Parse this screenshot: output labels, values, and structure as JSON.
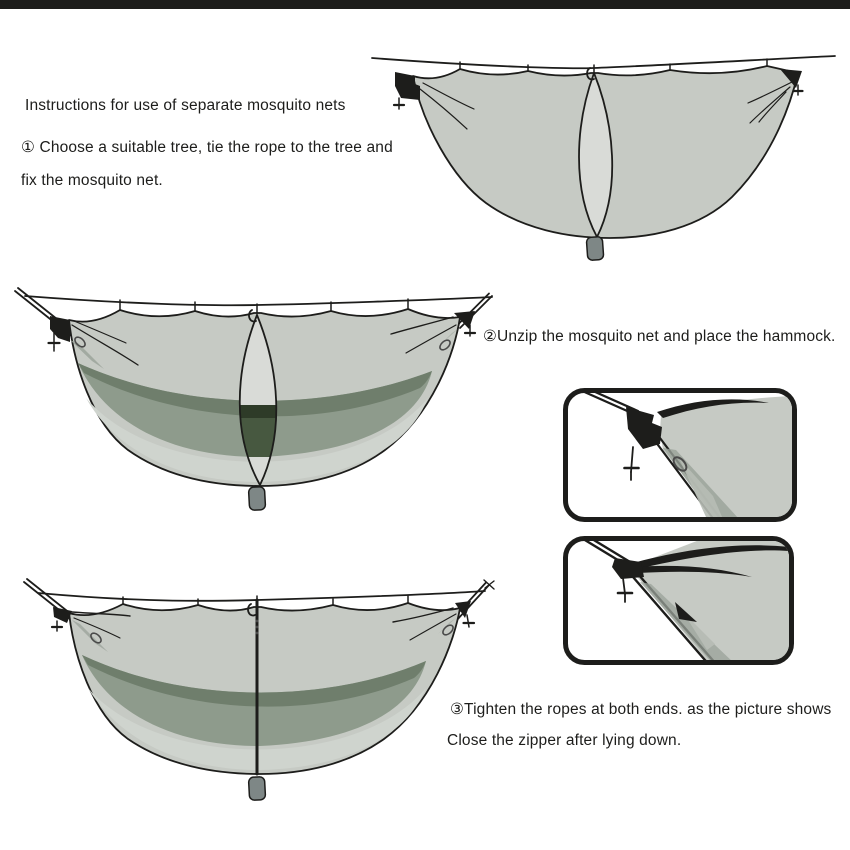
{
  "title": "Instructions for use of separate mosquito nets",
  "steps": [
    {
      "number": "①",
      "lines": [
        "① Choose a suitable tree, tie the rope to the tree and",
        "fix the mosquito net."
      ]
    },
    {
      "number": "②",
      "lines": [
        "②Unzip the mosquito net and place the hammock."
      ]
    },
    {
      "number": "③",
      "lines": [
        "③Tighten the ropes at both ends. as the picture shows",
        "Close the zipper after lying down."
      ]
    }
  ],
  "colors": {
    "ink": "#1d1d1b",
    "net": "#c6cac4",
    "netLight": "#d9dbd7",
    "netLower": "#cfd4ce",
    "hamMid": "#8e9b8c",
    "hamEdge": "#6f7e6c",
    "hamDark": "#475840",
    "hamDarkest": "#2e3b28",
    "tab": "#7e8786",
    "shadow": "#99a199",
    "flap": "#b7bcb5",
    "background": "#ffffff"
  },
  "icons": [
    "zipper-pull-icon",
    "toggle-knot-icon",
    "carabiner-ring-icon",
    "corner-flag-icon"
  ]
}
